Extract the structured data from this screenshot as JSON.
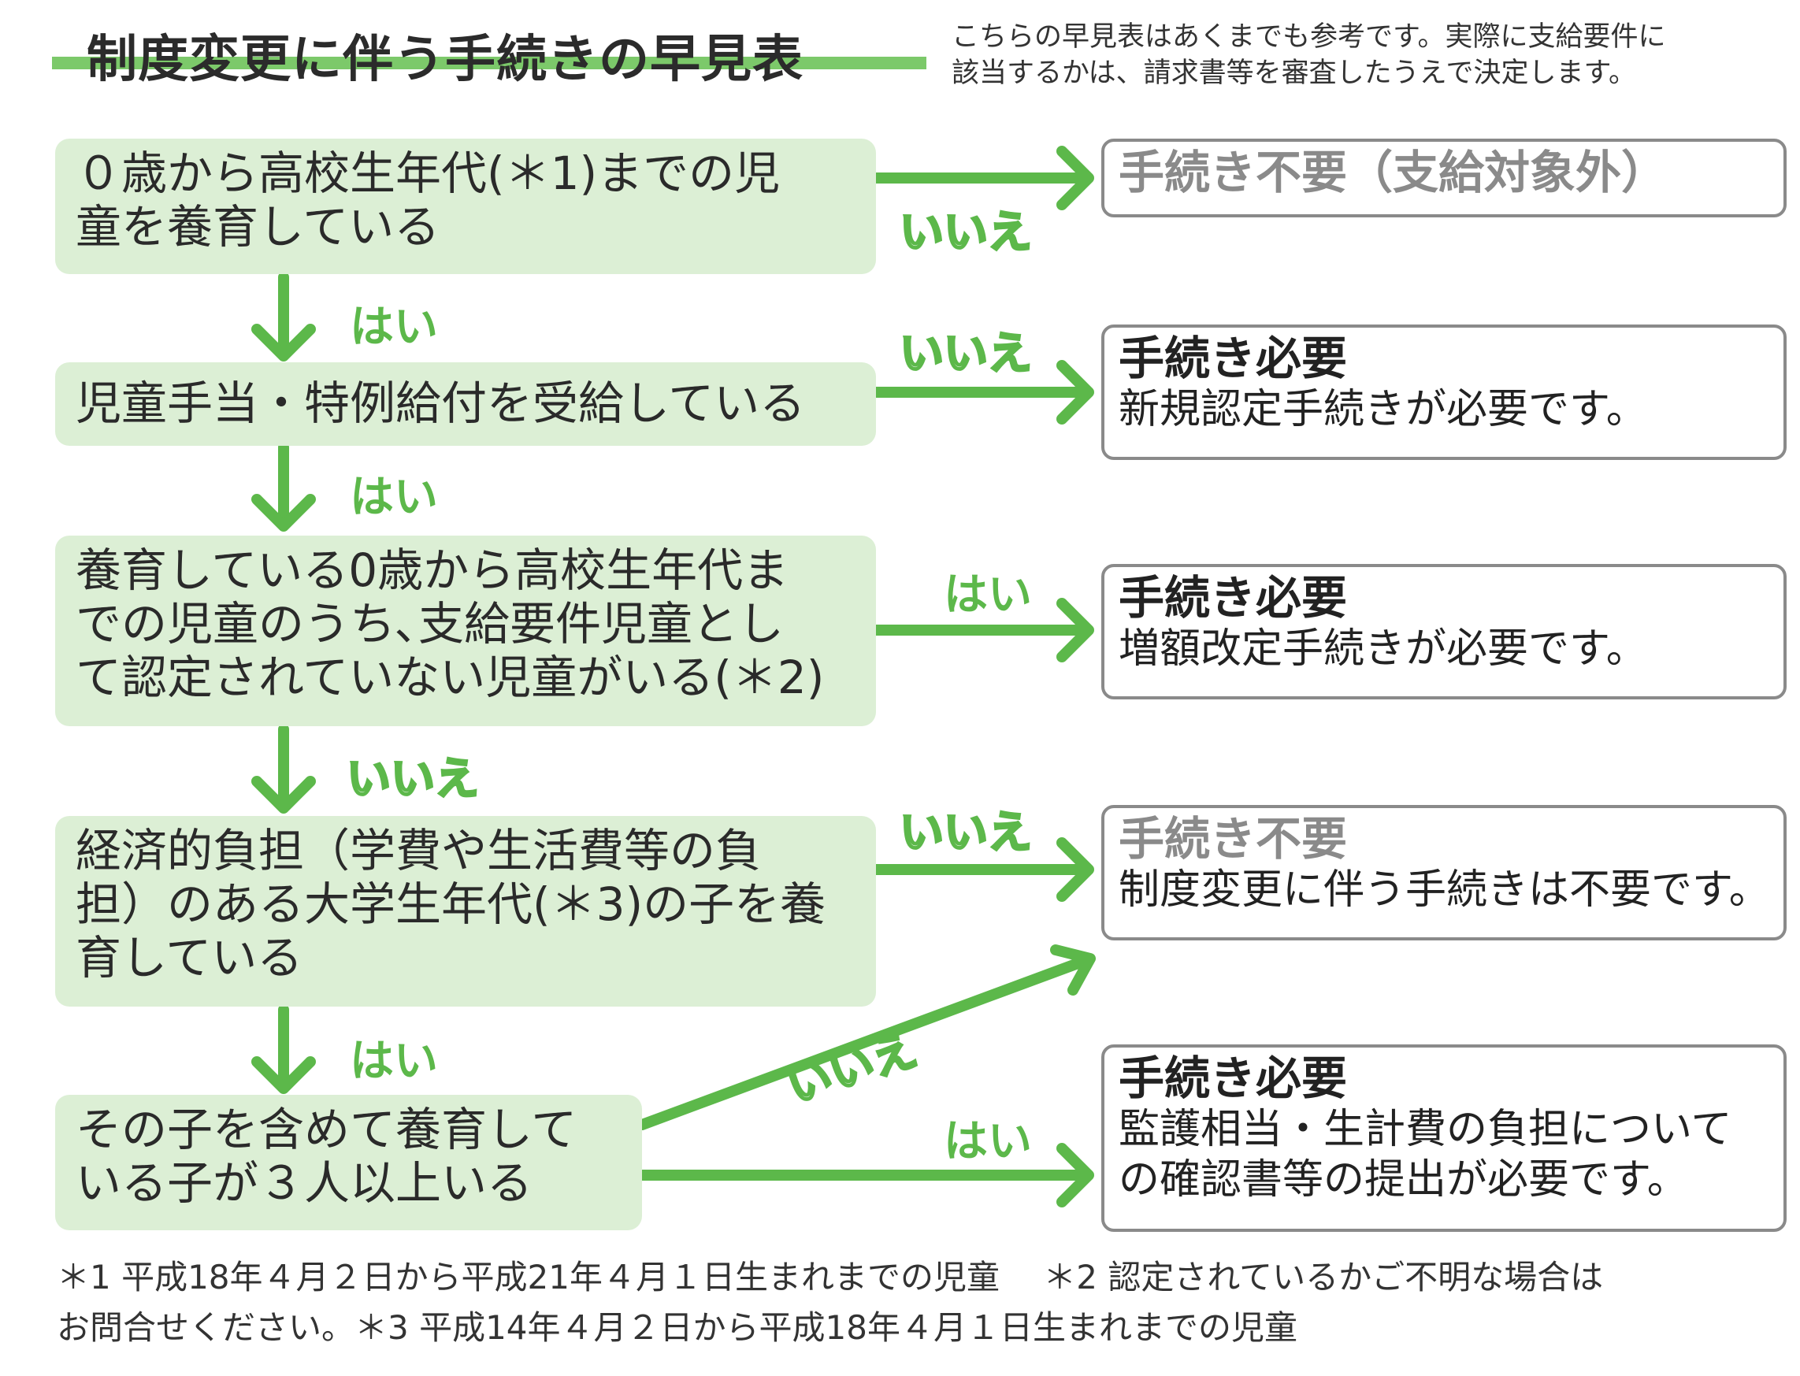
{
  "title": "制度変更に伴う手続きの早見表",
  "note": [
    "こちらの早見表はあくまでも参考です。実際に支給要件に",
    "該当するかは、請求書等を審査したうえで決定します。"
  ],
  "questions": [
    {
      "lines": [
        "０歳から高校生年代(＊1)までの児",
        "童を養育している"
      ]
    },
    {
      "lines": [
        "児童手当・特例給付を受給している"
      ]
    },
    {
      "lines": [
        "養育している0歳から高校生年代ま",
        "での児童のうち､支給要件児童とし",
        "て認定されていない児童がいる(＊2)"
      ]
    },
    {
      "lines": [
        "経済的負担（学費や生活費等の負",
        "担）のある大学生年代(＊3)の子を養",
        "育している"
      ]
    },
    {
      "lines": [
        "その子を含めて養育して",
        "いる子が３人以上いる"
      ]
    }
  ],
  "results": [
    {
      "head": "手続き不要（支給対象外）",
      "body": ""
    },
    {
      "head": "手続き必要",
      "body": "新規認定手続きが必要です。"
    },
    {
      "head": "手続き必要",
      "body": "増額改定手続きが必要です。"
    },
    {
      "head": "手続き不要",
      "body": "制度変更に伴う手続きは不要です。"
    },
    {
      "head": "手続き必要",
      "body": "監護相当・生計費の負担について",
      "body2": "の確認書等の提出が必要です。"
    }
  ],
  "labels": {
    "yes": "はい",
    "no": "いいえ"
  },
  "footnotes": [
    "＊1 平成18年４月２日から平成21年４月１日生まれまでの児童　 ＊2 認定されているかご不明な場合は",
    "お問合せください。＊3 平成14年４月２日から平成18年４月１日生まれまでの児童"
  ],
  "colors": {
    "green": "#5cb84a",
    "box": "#dcefd5",
    "gray": "#8a8a8a"
  }
}
